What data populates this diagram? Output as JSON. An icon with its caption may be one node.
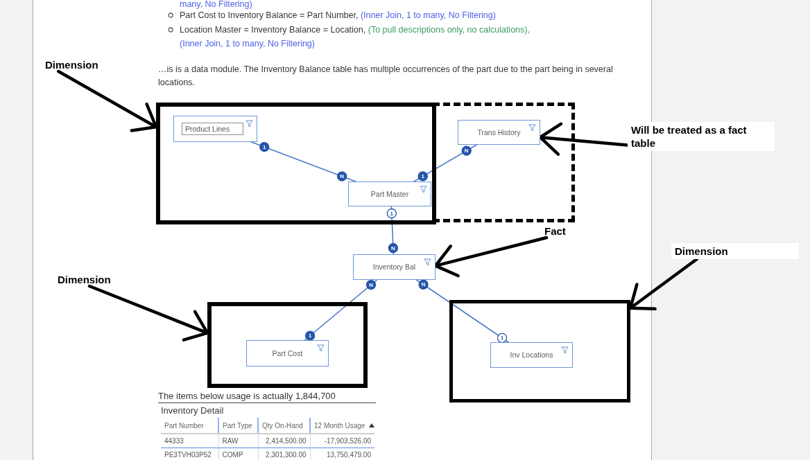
{
  "diagram": {
    "nodes": [
      {
        "text": [
          "Dimension"
        ]
      },
      {
        "text": [],
        "shape": "box"
      },
      {
        "text": [
          "Product Lines"
        ],
        "in": 1
      },
      {
        "text": [],
        "shape": "box"
      },
      {
        "text": [
          "Trans History"
        ],
        "in": 3
      },
      {
        "text": [
          "Will be treated as a fact table"
        ]
      },
      {
        "text": [
          "Part Master"
        ],
        "in": 1
      },
      {
        "text": [
          "Fact"
        ]
      },
      {
        "text": [
          "Dimension"
        ]
      },
      {
        "text": [
          "Inventory Bal"
        ]
      },
      {
        "text": [
          "Dimension"
        ]
      },
      {
        "text": [],
        "shape": "box"
      },
      {
        "text": [
          "Part Cost"
        ],
        "in": 11
      },
      {
        "text": [],
        "shape": "box"
      },
      {
        "text": [
          "Inv Locations"
        ],
        "in": 13
      }
    ],
    "edges": [
      {
        "from": 0,
        "to": 1,
        "arrow": "to",
        "style": "thick",
        "color": "#000000"
      },
      {
        "from": 2,
        "to": 6,
        "arrow": "other",
        "color": "#4a7bc8"
      },
      {
        "from": 6,
        "to": 4,
        "arrow": "other",
        "color": "#4a7bc8"
      },
      {
        "from": 5,
        "to": 4,
        "arrow": "to",
        "style": "thick",
        "color": "#000000"
      },
      {
        "from": 6,
        "to": 9,
        "arrow": "other",
        "color": "#4a7bc8"
      },
      {
        "from": 7,
        "to": 9,
        "arrow": "to",
        "style": "thick",
        "color": "#000000"
      },
      {
        "from": 8,
        "to": 13,
        "arrow": "to",
        "style": "thick",
        "color": "#000000"
      },
      {
        "from": 10,
        "to": 11,
        "arrow": "to",
        "style": "thick",
        "color": "#000000"
      },
      {
        "from": 9,
        "to": 12,
        "arrow": "other",
        "color": "#4a7bc8"
      },
      {
        "from": 9,
        "to": 14,
        "arrow": "other",
        "color": "#4a7bc8"
      }
    ],
    "labels": [
      "many, No Filtering)",
      "Part Cost to Inventory Balance = Part Number,",
      "(Inner Join, 1 to many, No Filtering)",
      "Location Master = Inventory Balance = Location,",
      "(To pull descriptions only, no calculations),",
      "(Inner Join, 1 to many, No Filtering)",
      "…is is a data module. The Inventory Balance table has multiple occurrences of the part due to the part being in several locations.",
      "1",
      "N",
      "N",
      "1",
      "1",
      "N",
      "N",
      "N",
      "1",
      "1",
      "The items below usage is actually 1,844,700",
      "Inventory Detail",
      "Part Number",
      "Part Type",
      "Qty On-Hand",
      "12 Month Usage",
      "44333",
      "RAW",
      "2,414,500.00",
      "-17,903,526.00",
      "PE3TVH03P52",
      "COMP",
      "2,301,300.00",
      "13,750,479.00"
    ]
  }
}
